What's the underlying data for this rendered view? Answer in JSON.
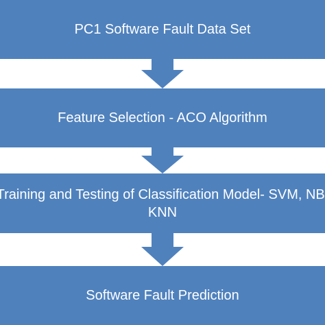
{
  "steps": [
    {
      "text": "PC1 Software Fault Data Set"
    },
    {
      "text": "Feature Selection - ACO Algorithm"
    },
    {
      "line1": "Training and Testing of Classification Model- SVM, NB,",
      "line2": "KNN"
    },
    {
      "text": "Software Fault Prediction"
    }
  ],
  "colors": {
    "box_fill": "#4f81bd",
    "arrow_fill": "#4f81bd",
    "text": "#ffffff",
    "background": "#ffffff"
  }
}
